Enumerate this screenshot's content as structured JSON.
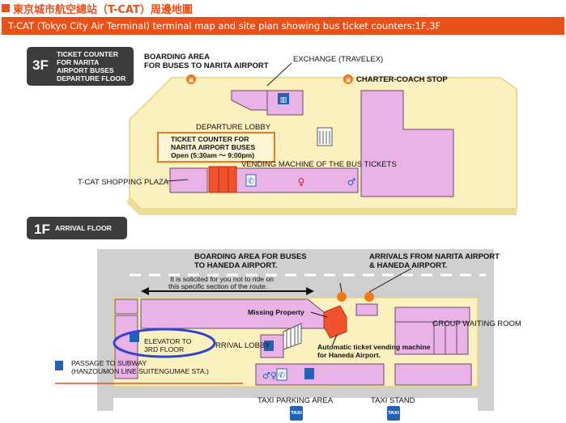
{
  "title": "東京城市航空總站（T-CAT）周邊地圖",
  "subtitle": "T-CAT (Tokyo City Air Terminal) terminal map and site plan showing bus ticket counters:1F,3F",
  "floor3": {
    "badge": "3F",
    "badge_lines": [
      "TICKET COUNTER",
      "FOR NARITA",
      "AIRPORT BUSES",
      "DEPARTURE FLOOR"
    ],
    "boarding_area": [
      "BOARDING AREA",
      "FOR BUSES TO NARITA AIRPORT"
    ],
    "exchange": "EXCHANGE (TRAVELEX)",
    "charter_stop": "CHARTER-COACH STOP",
    "departure_lobby": "DEPARTURE LOBBY",
    "ticket_counter": [
      "TICKET COUNTER FOR",
      "NARITA AIRPORT BUSES",
      "Open (5:30am ～ 9:00pm)"
    ],
    "vending_machine": "VENDING MACHINE OF THE BUS TICKETS",
    "shopping_plaza": "T-CAT SHOPPING PLAZA"
  },
  "floor1": {
    "badge": "1F",
    "badge_label": "ARRIVAL FLOOR",
    "boarding_area": [
      "BOARDING AREA FOR BUSES",
      "TO HANEDA AIRPORT."
    ],
    "arrivals": [
      "ARRIVALS FROM NARITA AIRPORT",
      "& HANEDA AIRPORT."
    ],
    "solicited": [
      "It is solicited for you not to ride on",
      "this specific section of the route."
    ],
    "missing_property": "Missing Property",
    "group_waiting_room": "GROUP WAITING ROOM",
    "elevator": [
      "ELEVATOR TO",
      "3RD FLOOR"
    ],
    "arrival_lobby": "RRIVAL LOBBY",
    "auto_ticket": [
      "Automatic ticket vending machine",
      "for Haneda Airport."
    ],
    "passage": [
      "PASSAGE TO SUBWAY",
      "(HANZOUMON LINE SUITENGUMAE STA.)"
    ],
    "taxi_parking": "TAXI PARKING AREA",
    "taxi_stand": "TAXI STAND",
    "taxi_sign": "TAXI"
  },
  "colors": {
    "accent": "#e8521a",
    "floor": "#fbf1bf",
    "floor_edge": "#e9d88f",
    "room": "#e9b3e8",
    "room_edge": "#6a4a6e",
    "road": "#c9c9c9",
    "counter": "#f0522d",
    "highlight_ring": "#3344cc"
  }
}
